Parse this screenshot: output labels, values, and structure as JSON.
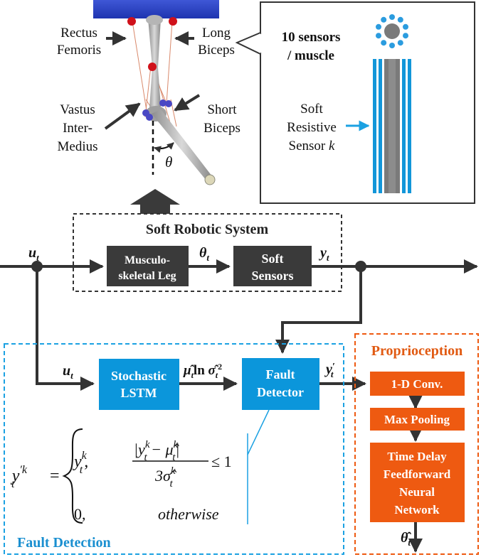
{
  "colors": {
    "dark_block": "#3a3a3a",
    "blue_block": "#0b96db",
    "orange_block": "#ee5a11",
    "blue_dash": "#1ba1e2",
    "orange_dash": "#ee5a11",
    "arrow": "#333333",
    "bar_blue": "#1296d9",
    "sensor_dot": "#2b9cdf"
  },
  "leg_figure": {
    "muscles": {
      "rectus_femoris": [
        "Rectus",
        "Femoris"
      ],
      "long_biceps": [
        "Long",
        "Biceps"
      ],
      "vastus_intermedius": [
        "Vastus",
        "Inter-",
        "Medius"
      ],
      "short_biceps": [
        "Short",
        "Biceps"
      ]
    },
    "angle_symbol": "θ"
  },
  "sensor_panel": {
    "heading": [
      "10 sensors",
      "/ muscle"
    ],
    "sensor_label": [
      "Soft",
      "Resistive",
      "Sensor "
    ],
    "sensor_label_var": "k",
    "sensor_dot_count": 10
  },
  "system": {
    "title": "Soft Robotic System",
    "leg_block": [
      "Musculo-",
      "skeletal Leg"
    ],
    "sensors_block": [
      "Soft",
      "Sensors"
    ]
  },
  "signals": {
    "u": "u",
    "u_sub": "t",
    "theta": "θ",
    "theta_sub": "t",
    "y": "y",
    "y_sub": "t",
    "mu_hat": "μ̂",
    "ln": "ln",
    "sigma_hat": "σ̂",
    "sigma_sup": "2",
    "y_prime": "y",
    "prime": "′",
    "theta_hat": "θ̂"
  },
  "fault_detection": {
    "section_label": "Fault Detection",
    "lstm_block": [
      "Stochastic",
      "LSTM"
    ],
    "detector_block": [
      "Fault",
      "Detector"
    ],
    "equation": {
      "lhs_var": "y",
      "lhs_sup": "′k",
      "lhs_sub": "t",
      "case1_value": "y",
      "case1_sup": "k",
      "case1_sub": "t",
      "case1_comma": ",",
      "numerator": "|y",
      "numerator_mid": " − μ̂",
      "numerator_end": "|",
      "denominator": "3σ̂",
      "le_one": "≤ 1",
      "case2_value": "0,",
      "otherwise": "otherwise"
    }
  },
  "proprioception": {
    "section_label": "Proprioception",
    "conv_block": "1-D Conv.",
    "pool_block": "Max Pooling",
    "tdnn_block": [
      "Time Delay",
      "Feedforward",
      "Neural",
      "Network"
    ]
  }
}
